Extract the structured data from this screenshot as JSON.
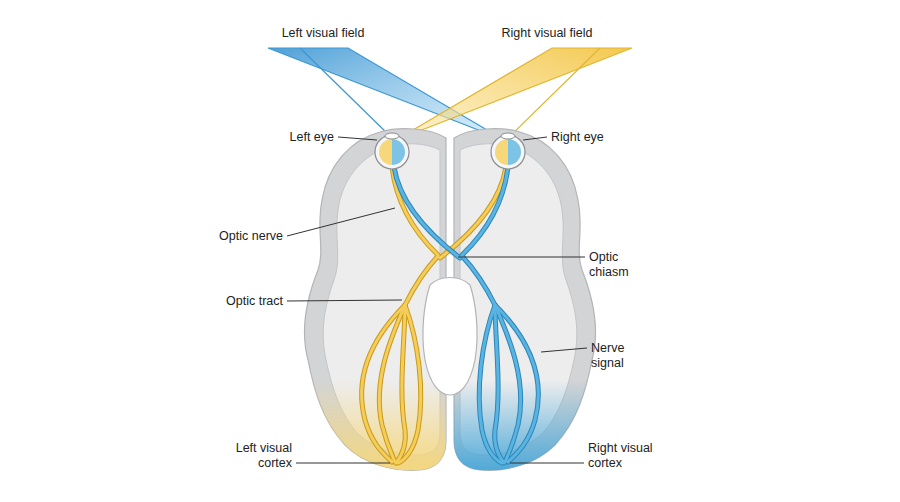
{
  "diagram": {
    "labels": [
      "Left visual field",
      "Right visual field",
      "Left eye",
      "Right eye",
      "Optic nerve",
      "Optic chiasm",
      "Optic tract",
      "Nerve signal",
      "Left visual cortex",
      "Right visual cortex"
    ]
  }
}
